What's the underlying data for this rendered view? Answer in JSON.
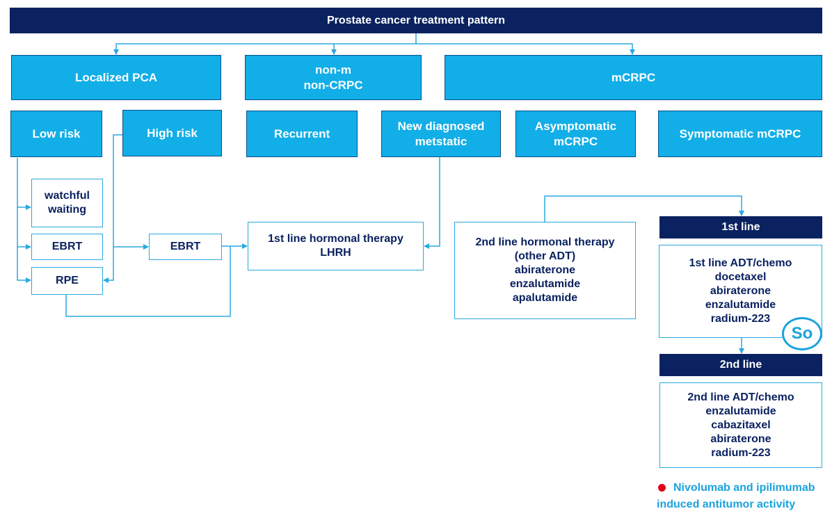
{
  "title": "Prostate cancer treatment pattern",
  "categories": {
    "localized": "Localized PCA",
    "nonm": "non-m\nnon-CRPC",
    "mcrpc": "mCRPC"
  },
  "subcategories": {
    "low_risk": "Low risk",
    "high_risk": "High risk",
    "recurrent": "Recurrent",
    "new_diagnosed": "New diagnosed\nmetstatic",
    "asymptomatic": "Asymptomatic\nmCRPC",
    "symptomatic": "Symptomatic mCRPC"
  },
  "treatments": {
    "watchful_waiting": "watchful\nwaiting",
    "ebrt_low": "EBRT",
    "rpe": "RPE",
    "ebrt_high": "EBRT",
    "first_line_hormonal": "1st line hormonal therapy\nLHRH",
    "second_line_hormonal": "2nd line hormonal therapy\n(other ADT)\nabiraterone\nenzalutamide\napalutamide"
  },
  "lines": {
    "first_header": "1st line",
    "first_body": "1st line ADT/chemo\ndocetaxel\nabiraterone\nenzalutamide\nradium-223",
    "second_header": "2nd line",
    "second_body": "2nd line ADT/chemo\nenzalutamide\ncabazitaxel\nabiraterone\nradium-223"
  },
  "badge": "So",
  "note": {
    "line1": "Nivolumab and ipilimumab",
    "line2": "induced antitumor activity"
  },
  "colors": {
    "navy": "#0b2260",
    "cyan": "#12aee8",
    "connector": "#29a9df",
    "note_dot": "#e3001b"
  }
}
